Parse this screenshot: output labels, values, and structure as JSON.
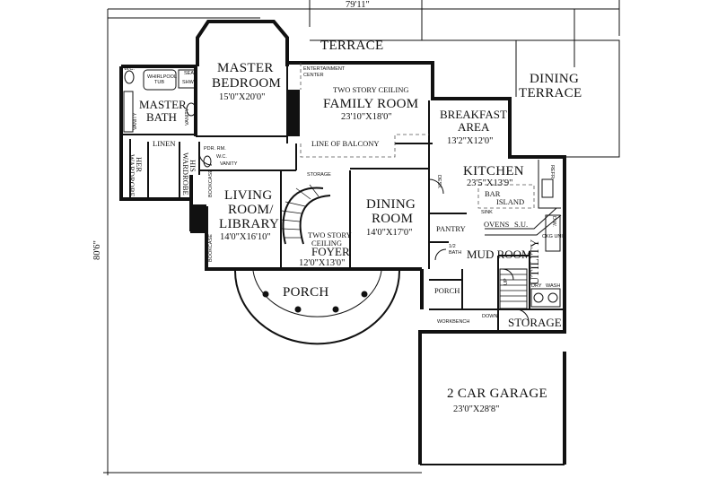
{
  "dimensions": {
    "width": "79'11\"",
    "depth": "80'6\""
  },
  "rooms": {
    "terrace": "TERRACE",
    "dining_terrace_1": "DINING",
    "dining_terrace_2": "TERRACE",
    "master_bedroom_1": "MASTER",
    "master_bedroom_2": "BEDROOM",
    "master_bedroom_dim": "15'0\"X20'0\"",
    "entertainment_1": "ENTERTAINMENT",
    "entertainment_2": "CENTER",
    "two_story_ceiling_family": "TWO STORY CEILING",
    "family_room": "FAMILY ROOM",
    "family_room_dim": "23'10\"X18'0\"",
    "breakfast_1": "BREAKFAST",
    "breakfast_2": "AREA",
    "breakfast_dim": "13'2\"X12'0\"",
    "master_bath_1": "MASTER",
    "master_bath_2": "BATH",
    "whirlpool_1": "WHIRLPOOL",
    "whirlpool_2": "TUB",
    "wc": "W.C.",
    "seat": "SEAT",
    "shower": "SHWR",
    "vanity": "VANITY",
    "linen": "LINEN",
    "her_wardrobe_1": "HER",
    "her_wardrobe_2": "WARDROBE",
    "his_wardrobe_1": "HIS",
    "his_wardrobe_2": "WARDROBE",
    "pdr_rm": "PDR. RM.",
    "line_of_balcony": "LINE OF BALCONY",
    "kitchen": "KITCHEN",
    "kitchen_dim": "23'5\"X13'9\"",
    "desk": "DESK",
    "bar": "BAR",
    "island": "ISLAND",
    "sink": "SINK",
    "refr": "REFR.",
    "ovens": "OVENS",
    "su": "S.U.",
    "dw": "D.W.",
    "ckg_unit": "CKG UNIT",
    "living_1": "LIVING",
    "living_2": "ROOM/",
    "living_3": "LIBRARY",
    "living_dim": "14'0\"X16'10\"",
    "bookcase": "BOOKCASE",
    "storage_small": "STORAGE",
    "dining_1": "DINING",
    "dining_2": "ROOM",
    "dining_dim": "14'0\"X17'0\"",
    "pantry": "PANTRY",
    "half_bath_1": "1/2",
    "half_bath_2": "BATH",
    "two_story_foyer_1": "TWO STORY",
    "two_story_foyer_2": "CEILING",
    "foyer": "FOYER",
    "foyer_dim": "12'0\"X13'0\"",
    "mud_room": "MUD ROOM",
    "utility": "UTILITY",
    "porch": "PORCH",
    "porch_small": "PORCH",
    "dry": "DRY",
    "wash": "WASH",
    "up": "UP",
    "down": "DOWN",
    "workbench": "WORKBENCH",
    "storage": "STORAGE",
    "garage": "2 CAR GARAGE",
    "garage_dim": "23'0\"X28'8\""
  },
  "colors": {
    "line": "#111111",
    "background": "#ffffff"
  }
}
